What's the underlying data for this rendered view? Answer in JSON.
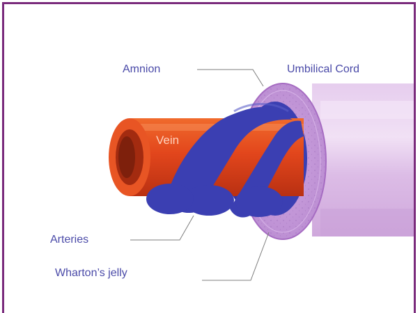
{
  "labels": {
    "amnion": "Amnion",
    "umbilical_cord": "Umbilical Cord",
    "vein": "Vein",
    "arteries": "Arteries",
    "whartons_jelly": "Wharton’s jelly"
  },
  "colors": {
    "frame": "#7a2b7c",
    "label_text": "#4a4aa8",
    "vein": "#e2461c",
    "vein_dark": "#9a2a12",
    "artery": "#3b3fb2",
    "artery_dark": "#2a2d8c",
    "cord_outer": "#d8b4e2",
    "amnion_edge": "#b277c9",
    "jelly": "#c79bdb"
  }
}
